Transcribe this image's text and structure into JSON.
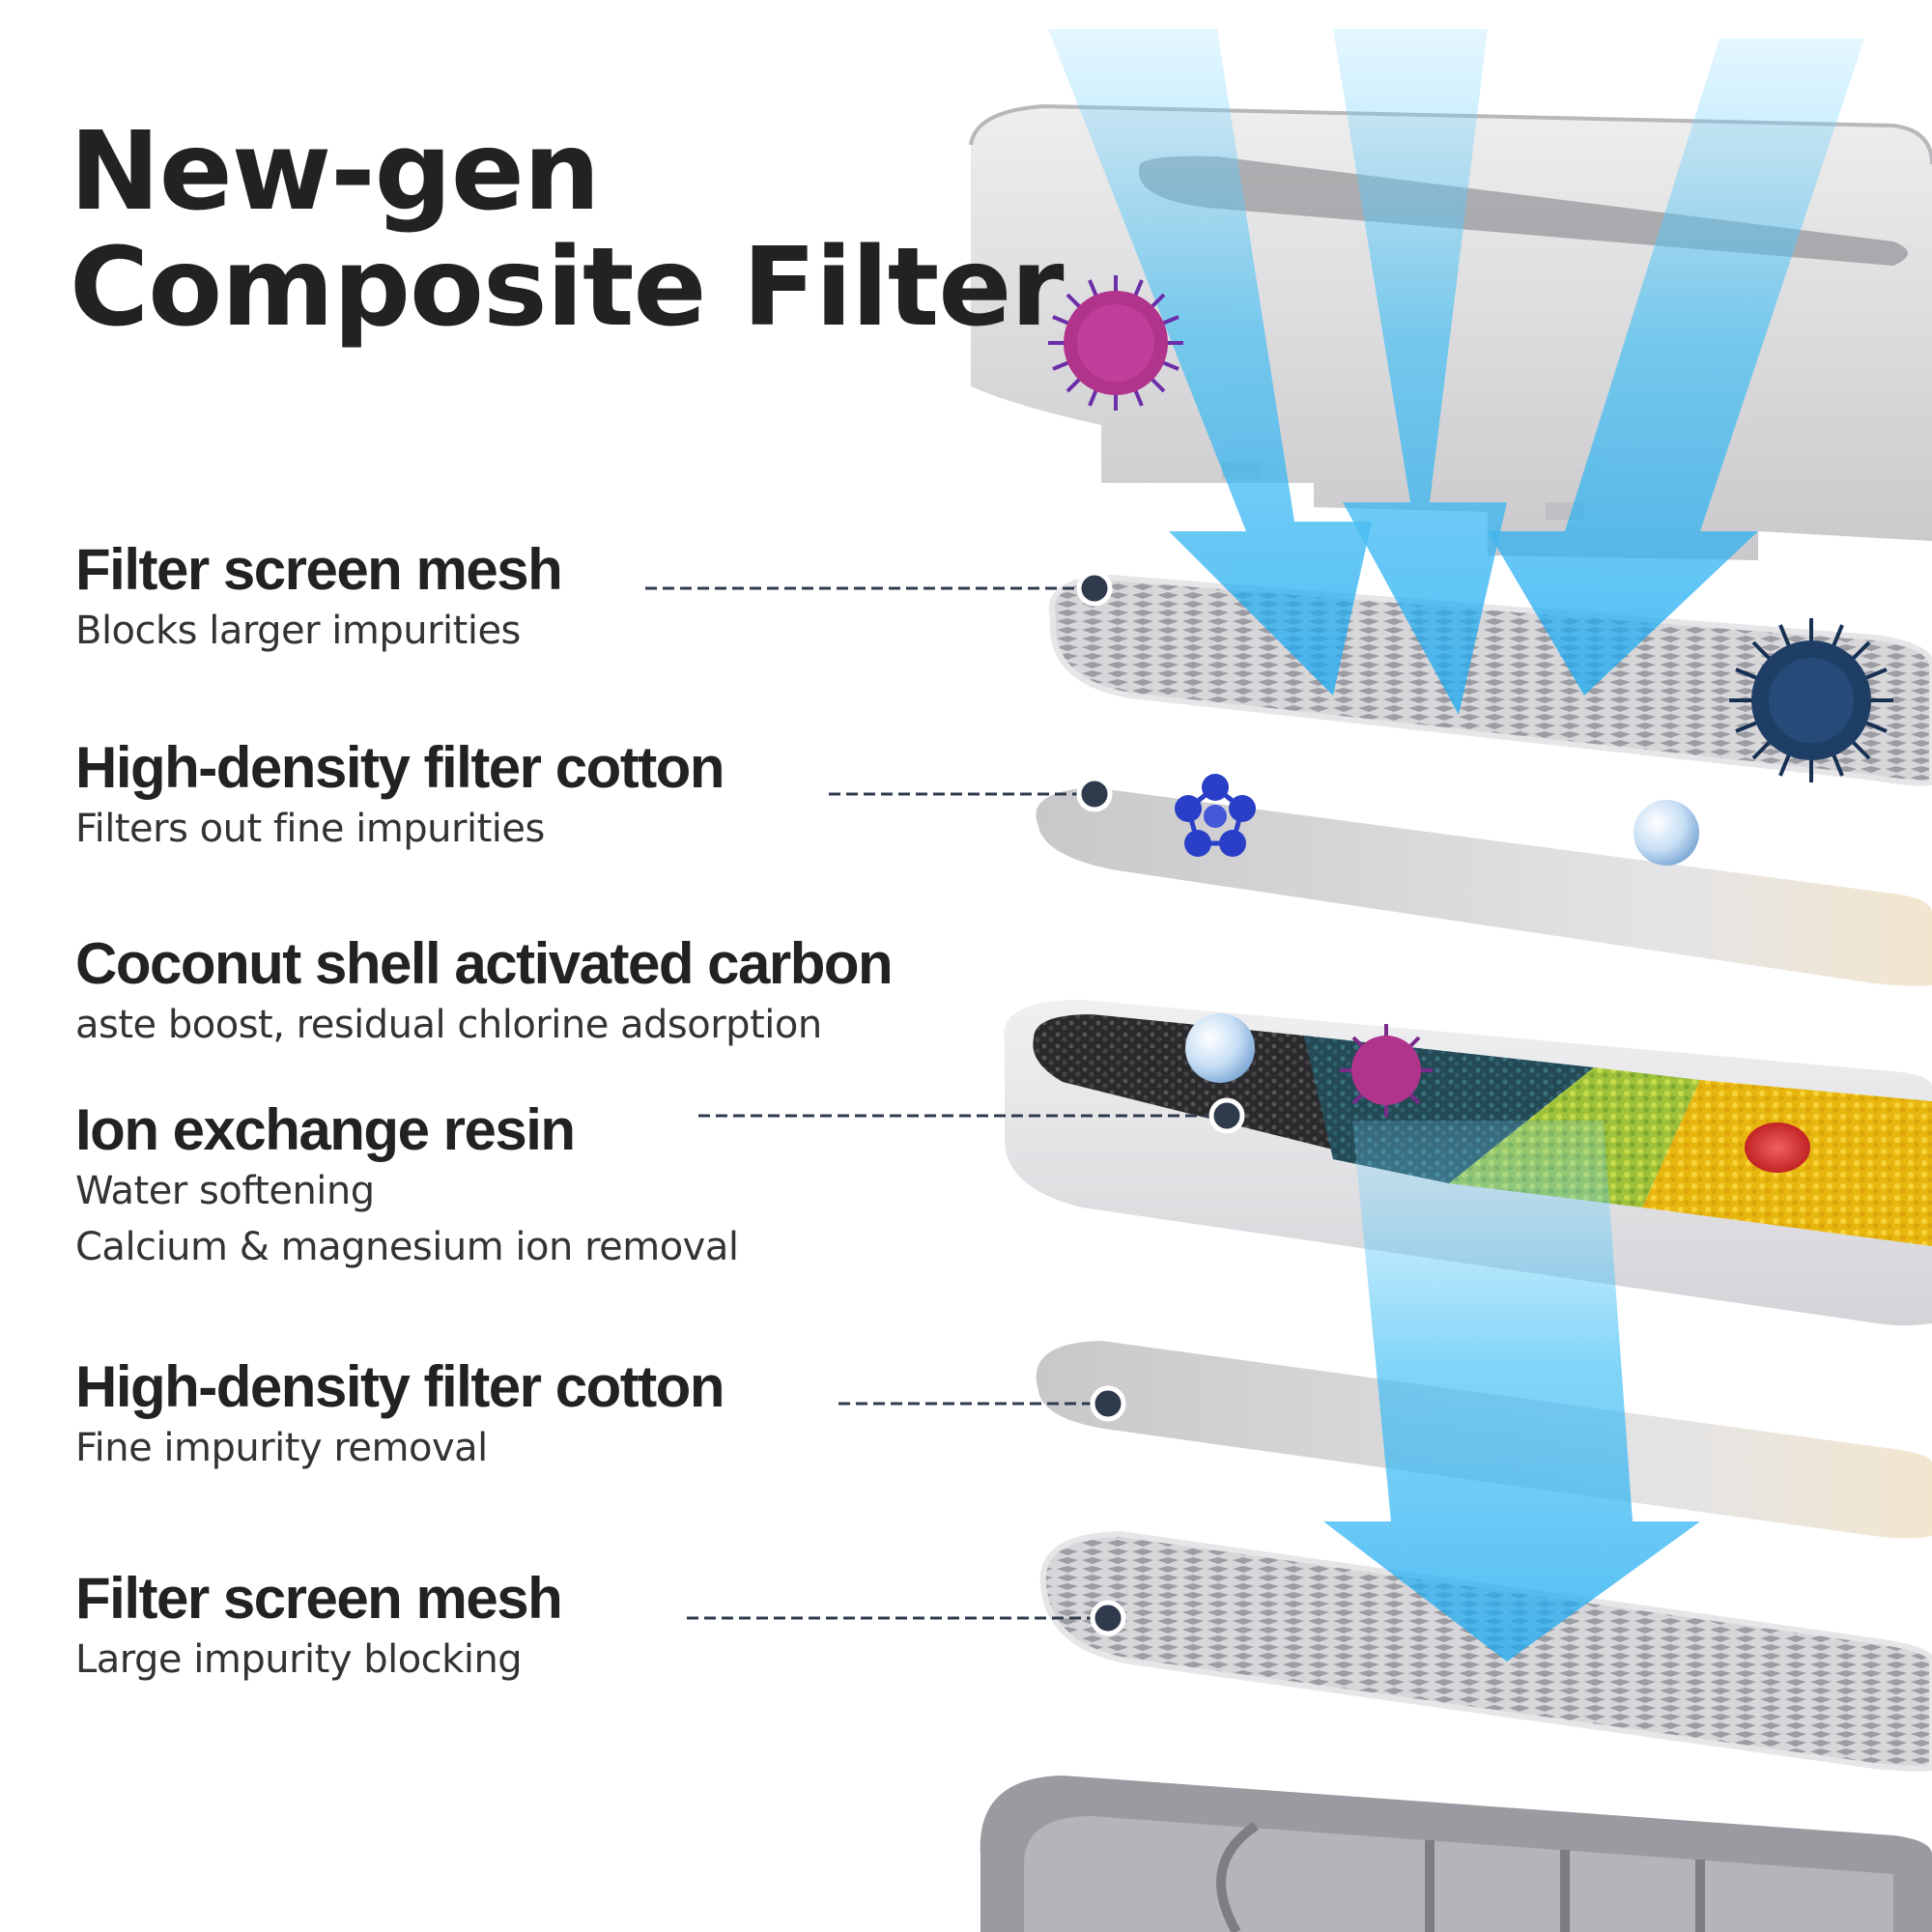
{
  "title": {
    "line1": "New-gen",
    "line2": "Composite Filter"
  },
  "layers": [
    {
      "name": "Filter screen mesh",
      "desc": [
        "Blocks larger impurities"
      ]
    },
    {
      "name": "High-density filter cotton",
      "desc": [
        "Filters out fine impurities"
      ]
    },
    {
      "name": "Coconut shell activated carbon",
      "desc": [
        "aste boost, residual chlorine adsorption"
      ]
    },
    {
      "name": "Ion exchange resin",
      "desc": [
        "Water softening",
        "Calcium & magnesium ion removal"
      ]
    },
    {
      "name": "High-density filter cotton",
      "desc": [
        "Fine impurity removal"
      ]
    },
    {
      "name": "Filter screen mesh",
      "desc": [
        "Large impurity blocking"
      ]
    }
  ],
  "colors": {
    "text": "#222222",
    "subtext": "#333333",
    "arrow": "#29b6f6",
    "connector": "#2f3b4d",
    "housing": "#d9d9dc",
    "carbon": "#2b2b2b",
    "resin_yellow": "#f2c21b",
    "resin_green": "#b4cf3c",
    "virus_magenta": "#b0338c",
    "virus_navy": "#1f3e66",
    "molecule_blue": "#2a3fc7"
  },
  "icons": [
    "virus-icon",
    "bacteria-icon",
    "molecule-icon",
    "bubble-icon",
    "red-cell-icon",
    "water-flow-arrow-icon"
  ]
}
